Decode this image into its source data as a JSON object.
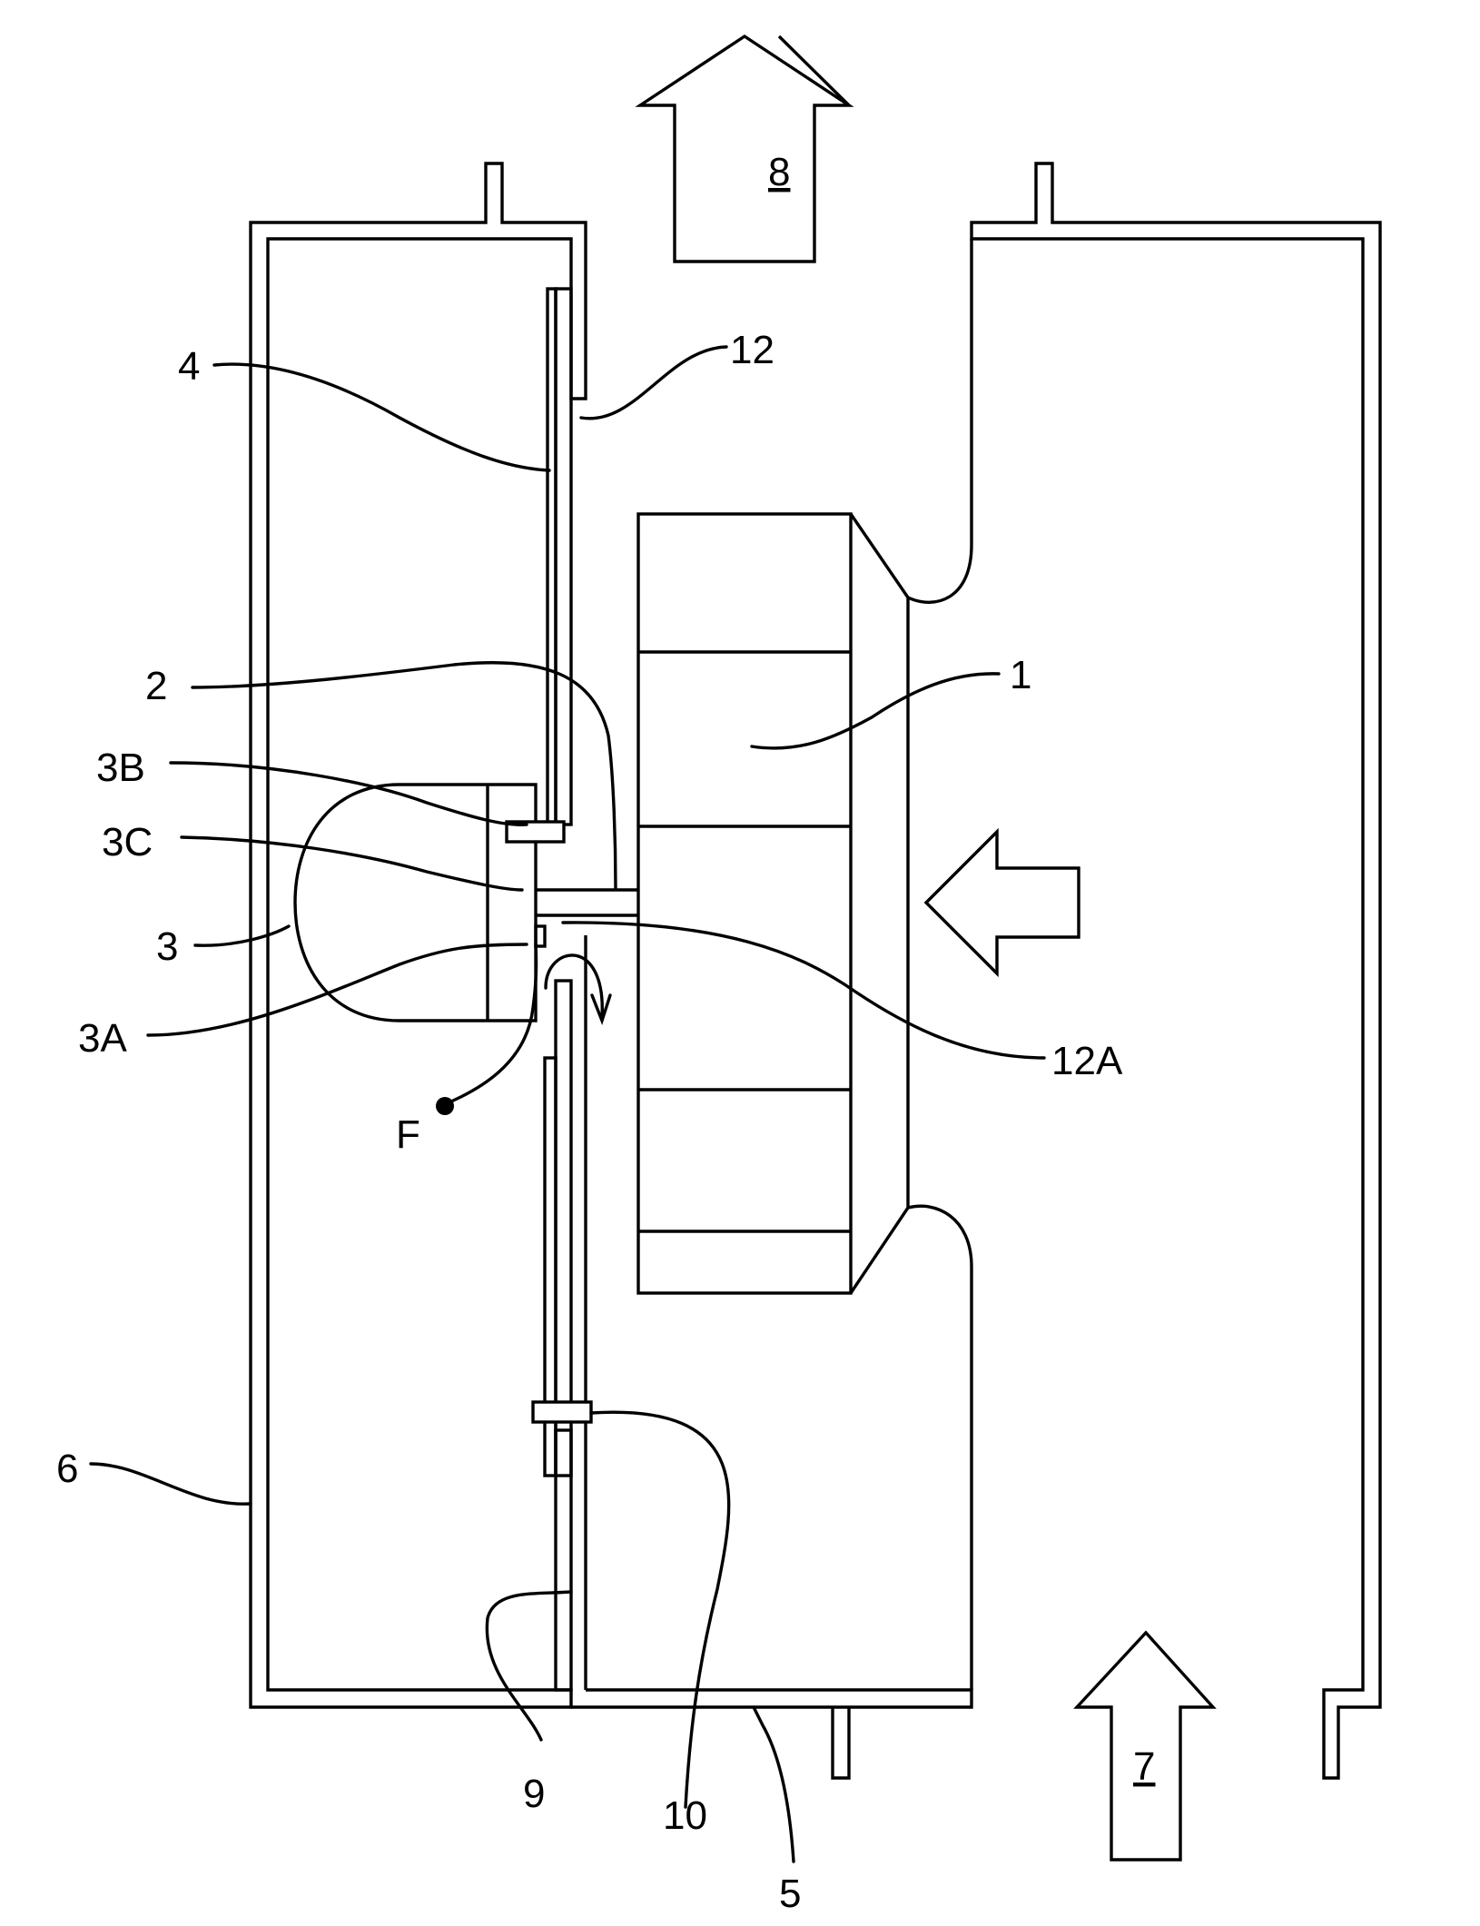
{
  "labels": {
    "fan": "1",
    "shaft": "2",
    "motor": "3",
    "motor_3a": "3A",
    "motor_3b": "3B",
    "motor_3c": "3C",
    "plate": "4",
    "bottom_wall": "5",
    "left_wall": "6",
    "inlet_arrow": "7",
    "outlet_arrow": "8",
    "lower_partition": "9",
    "lower_fastener": "10",
    "partition": "12",
    "opening": "12A",
    "point_f": "F"
  },
  "colors": {
    "line": "#000000",
    "background": "#ffffff"
  }
}
